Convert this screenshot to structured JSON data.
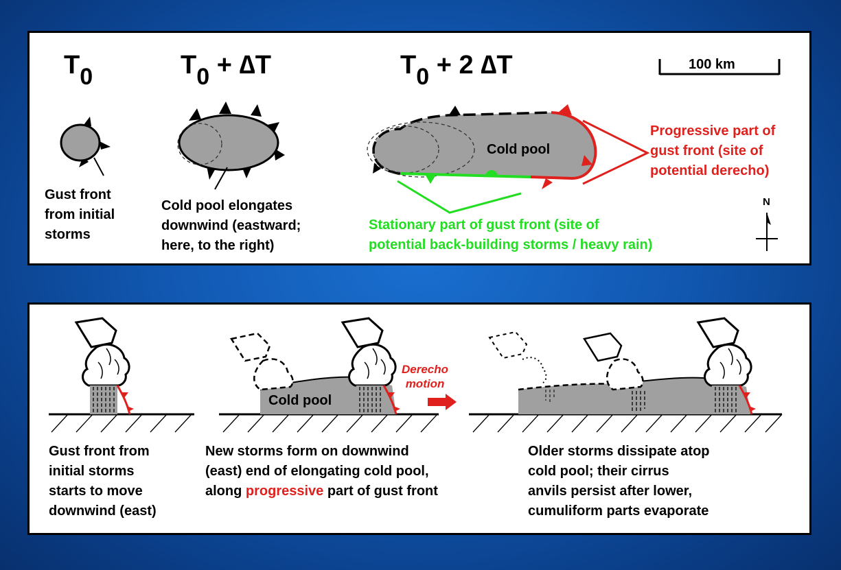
{
  "top": {
    "t0": {
      "base": "T",
      "sub": "0",
      "rest": ""
    },
    "t1": {
      "base": "T",
      "sub": "0",
      "rest": " + ∆T"
    },
    "t2": {
      "base": "T",
      "sub": "0",
      "rest": " + 2 ∆T"
    },
    "scale_label": "100  km",
    "north_label": "N",
    "cold_pool_label": "Cold pool",
    "gust_front_lines": [
      "Gust front",
      "from initial",
      "storms"
    ],
    "elongates_lines": [
      "Cold pool elongates",
      "downwind (eastward;",
      "here, to the right)"
    ],
    "progressive_lines": [
      "Progressive part of",
      "gust front (site of",
      "potential derecho)"
    ],
    "stationary_lines": [
      "Stationary part of gust front (site of",
      "potential back-building storms / heavy rain)"
    ]
  },
  "bottom": {
    "cold_pool_label": "Cold pool",
    "derecho_lines": [
      "Derecho",
      "motion"
    ],
    "caption1_lines": [
      "Gust front from",
      "initial storms",
      "starts to move",
      "downwind (east)"
    ],
    "caption2_lines": [
      "New storms form on downwind",
      "(east) end of elongating cold pool,"
    ],
    "caption2_last": {
      "before": "along ",
      "highlight": "progressive",
      "after": " part of gust front"
    },
    "caption3_lines": [
      "Older storms dissipate atop",
      "cold pool; their cirrus",
      "anvils persist after lower,",
      "cumuliform parts evaporate"
    ]
  },
  "colors": {
    "pool": "#a0a0a0",
    "progressive": "#e0201c",
    "stationary": "#22dd22"
  }
}
